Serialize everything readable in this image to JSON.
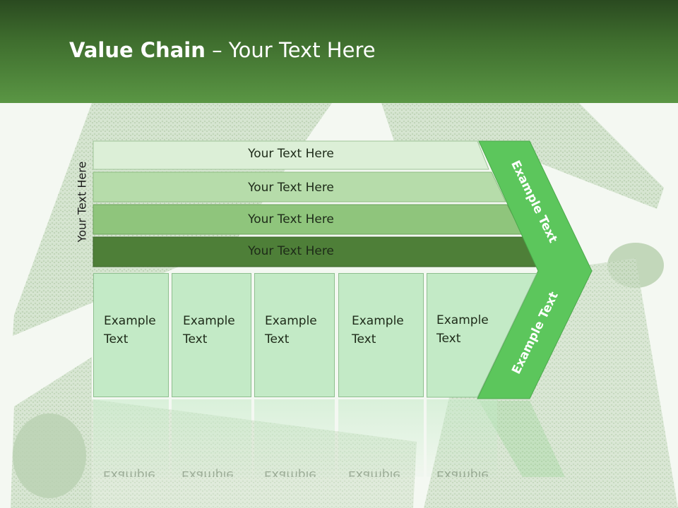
{
  "slide": {
    "title_bold": "Value Chain",
    "title_rest": " – Your Text Here"
  },
  "side_label": "Your Text Here",
  "bars": [
    {
      "label": "Your Text Here",
      "color": "#dcefd7"
    },
    {
      "label": "Your Text Here",
      "color": "#b6dcaa"
    },
    {
      "label": "Your Text Here",
      "color": "#8fc57c"
    },
    {
      "label": "Your Text Here",
      "color": "#4e7f38"
    }
  ],
  "boxes": [
    {
      "line1": "Example",
      "line2": "Text"
    },
    {
      "line1": "Example",
      "line2": "Text"
    },
    {
      "line1": "Example",
      "line2": "Text"
    },
    {
      "line1": "Example",
      "line2": "Text"
    },
    {
      "line1": "Example",
      "line2": "Text"
    }
  ],
  "chevron": {
    "upper_label": "Example Text",
    "lower_label": "Example Text",
    "color": "#5cc65c"
  },
  "colors": {
    "header_dark": "#2a4a20",
    "header_light": "#5a9644",
    "box_fill": "#c3eac6"
  }
}
